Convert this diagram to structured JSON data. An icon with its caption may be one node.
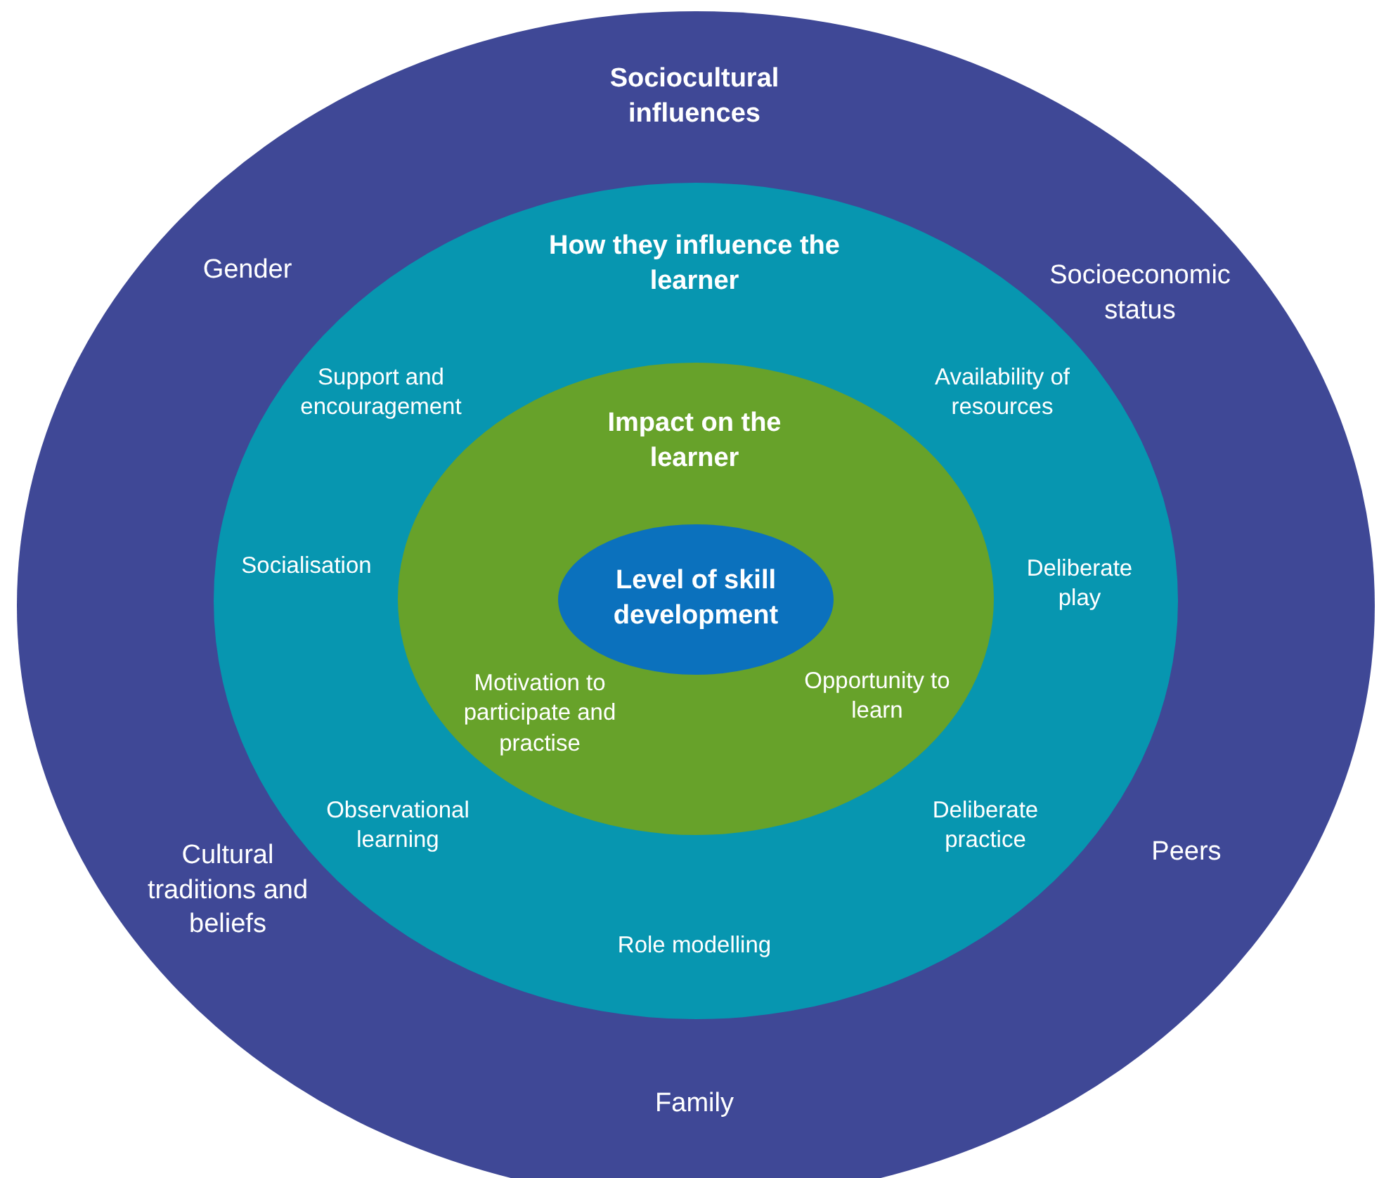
{
  "diagram": {
    "nodes": [
      {
        "text": [
          "Sociocultural influences"
        ]
      },
      {
        "text": [
          "How they influence the learner"
        ],
        "in": 0
      },
      {
        "text": [
          "Impact on the learner"
        ],
        "in": 1
      },
      {
        "text": [
          "Level of skill development"
        ],
        "in": 2
      }
    ],
    "labels": [
      "Gender",
      "Socioeconomic status",
      "Support and encouragement",
      "Availability of resources",
      "Socialisation",
      "Deliberate play",
      "Motivation to participate and practise",
      "Opportunity to learn",
      "Observational learning",
      "Deliberate practice",
      "Peers",
      "Cultural traditions and beliefs",
      "Role modelling",
      "Family"
    ]
  }
}
